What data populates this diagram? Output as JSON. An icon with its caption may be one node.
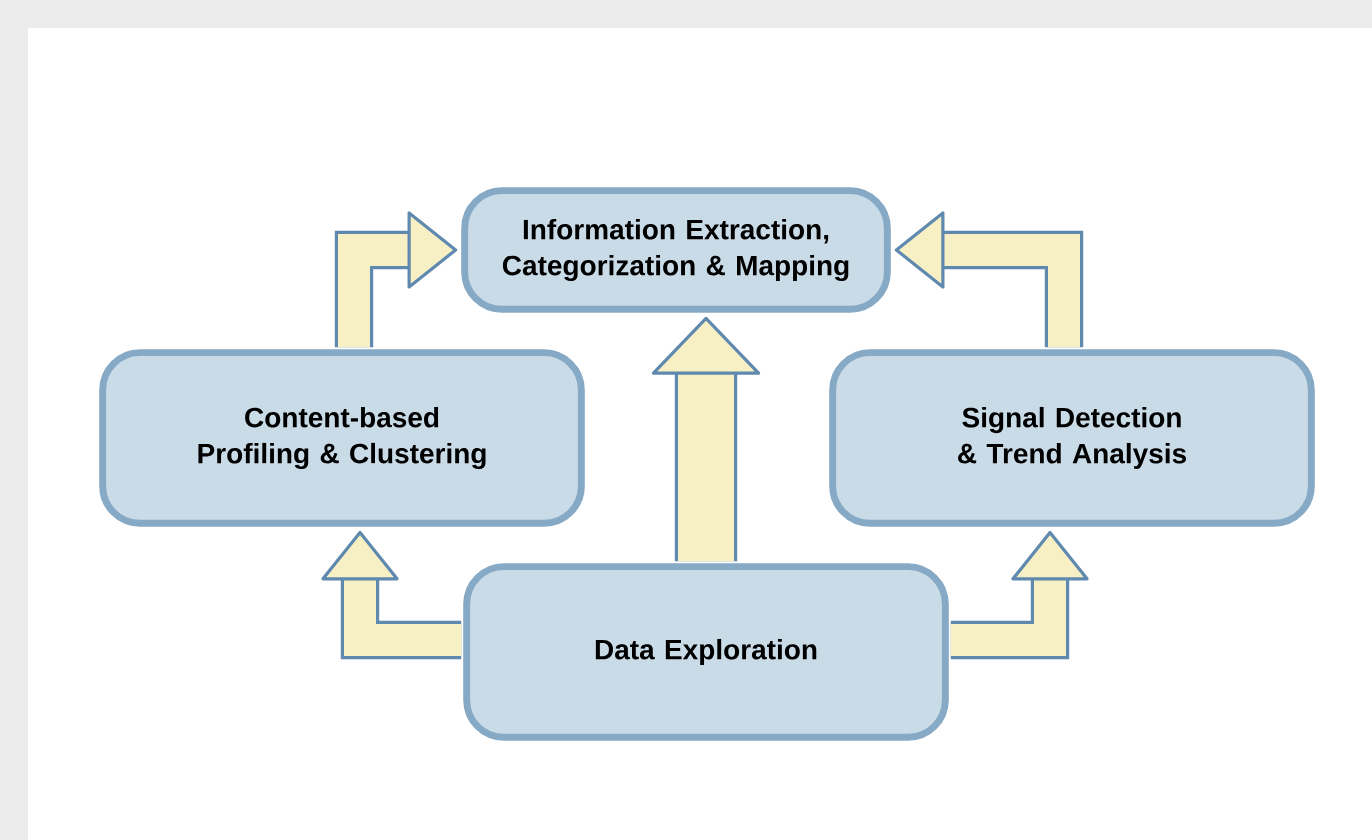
{
  "diagram": {
    "nodes": [
      {
        "text": [
          "Information Extraction, Categorization & Mapping"
        ]
      },
      {
        "text": [
          "Content-based Profiling & Clustering"
        ]
      },
      {
        "text": [
          "Signal Detection & Trend Analysis"
        ]
      },
      {
        "text": [
          "Data Exploration"
        ]
      }
    ],
    "edges": [
      {
        "from": 1,
        "to": 0,
        "arrow": "to"
      },
      {
        "from": 3,
        "to": 0,
        "arrow": "to"
      },
      {
        "from": 2,
        "to": 0,
        "arrow": "to"
      },
      {
        "from": 3,
        "to": 1,
        "arrow": "to"
      },
      {
        "from": 3,
        "to": 2,
        "arrow": "to"
      }
    ]
  }
}
